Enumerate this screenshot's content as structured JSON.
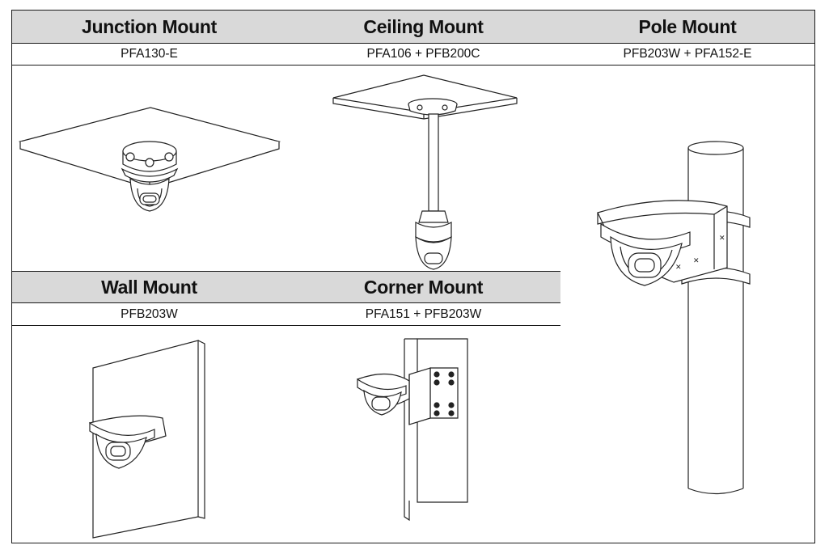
{
  "mounts": {
    "junction": {
      "title": "Junction Mount",
      "model": "PFA130-E"
    },
    "ceiling": {
      "title": "Ceiling Mount",
      "model": "PFA106 + PFB200C"
    },
    "pole": {
      "title": "Pole Mount",
      "model": "PFB203W + PFA152-E"
    },
    "wall": {
      "title": "Wall Mount",
      "model": "PFB203W"
    },
    "corner": {
      "title": "Corner Mount",
      "model": "PFA151 + PFB203W"
    }
  }
}
